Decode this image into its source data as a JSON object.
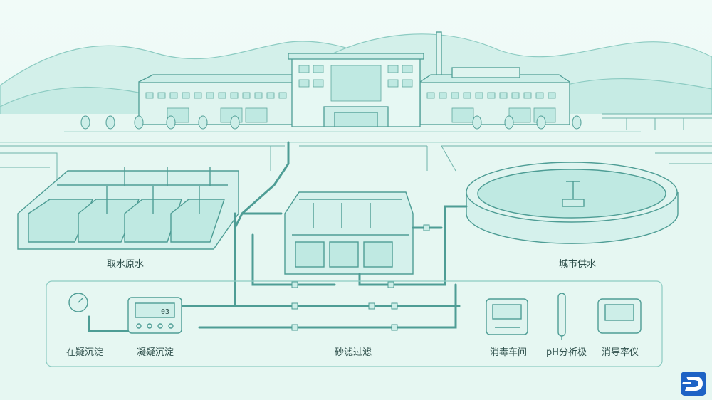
{
  "labels": {
    "intake": "取水原水",
    "supply": "城市供水",
    "coag1": "在疑沉淀",
    "coag2": "凝疑沉淀",
    "filter": "砂滤过滤",
    "disinfect": "消毒车间",
    "ph": "pH分祈极",
    "rate": "消导率仪"
  },
  "meter_reading": "03",
  "colors": {
    "background": "#e9f8f4",
    "line": "#4e9d95",
    "fill": "#cdeee8",
    "water": "#bfe9e2",
    "logo": "#1e63c5"
  },
  "icons": {
    "logo": "brand-d-logo-icon",
    "gauge": "pressure-gauge-icon",
    "meter": "digital-meter-icon",
    "disinfect": "disinfect-panel-icon",
    "ph": "ph-probe-icon",
    "rate": "conductivity-meter-icon"
  }
}
